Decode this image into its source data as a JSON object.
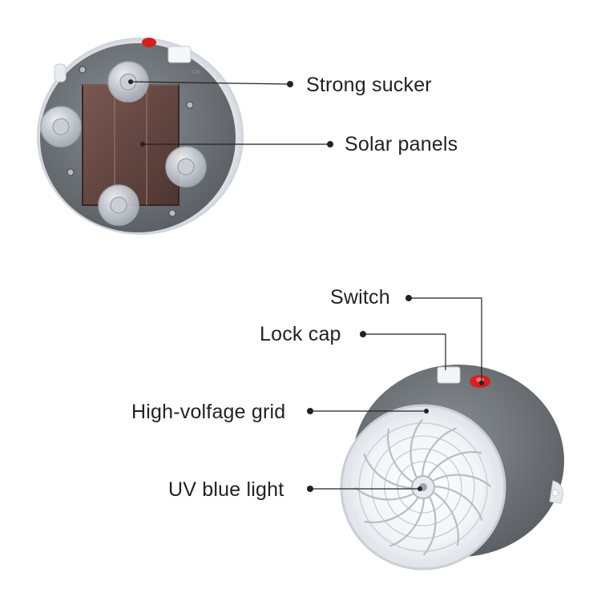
{
  "labels": {
    "strong_sucker": "Strong sucker",
    "solar_panels": "Solar panels",
    "switch": "Switch",
    "lock_cap": "Lock cap",
    "high_voltage_grid": "High-volfage grid",
    "uv_blue_light": "UV blue light"
  },
  "colors": {
    "housing_gray": "#6f7479",
    "rim_white": "#eef1f4",
    "solar_cell": "#6b4a45",
    "switch_red": "#d6201f",
    "leader_line": "#222222"
  }
}
